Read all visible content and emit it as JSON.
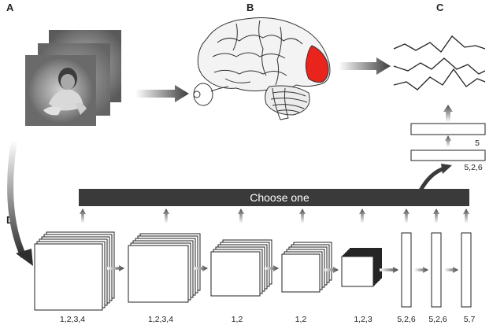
{
  "panels": {
    "a": "A",
    "b": "B",
    "c": "C",
    "d": "D"
  },
  "choose_bar": {
    "label": "Choose one"
  },
  "readout_boxes": {
    "top_label": "5",
    "bottom_label": "5,2,6"
  },
  "layer_labels": [
    "1,2,3,4",
    "1,2,3,4",
    "1,2",
    "1,2",
    "1,2,3",
    "5,2,6",
    "5,2,6",
    "5,7"
  ],
  "colors": {
    "highlight_region": "#e8241c",
    "bar": "#3a3a3a",
    "arrow": "#777777"
  }
}
